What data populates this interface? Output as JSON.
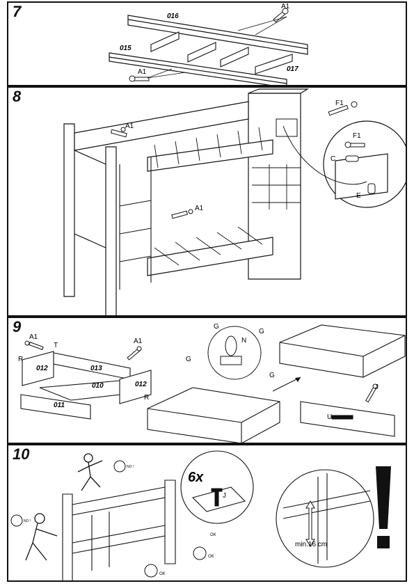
{
  "steps": {
    "s7": {
      "number": "7",
      "labels": {
        "rail_top": "016",
        "rail_bottom": "015",
        "slat": "017",
        "screw_top": "A1",
        "screw_bottom": "A1"
      }
    },
    "s8": {
      "number": "8",
      "labels": {
        "screw_upper": "A1",
        "screw_lower": "A1",
        "bolt_f1_top": "F1",
        "bolt_f1_detail": "F1",
        "dowel_c": "C",
        "nut_e": "E"
      }
    },
    "s9": {
      "number": "9",
      "labels": {
        "screw_a1_left": "A1",
        "screw_a1_right": "A1",
        "part_012_left": "012",
        "part_013": "013",
        "part_010": "010",
        "part_012_right": "012",
        "part_011": "011",
        "r_left": "R",
        "t_top": "T",
        "r_right": "R",
        "g1": "G",
        "g2": "G",
        "g3": "G",
        "g4": "G",
        "n": "N",
        "j": "J",
        "u": "U"
      }
    },
    "s10": {
      "number": "10",
      "labels": {
        "count": "6x",
        "j": "J",
        "min_height": "min.16 cm",
        "no1": "NO !",
        "no2": "NO !",
        "ok1": "OK",
        "ok2": "OK",
        "ok3": "OK",
        "warning": "!"
      }
    }
  },
  "icons": [
    "screw-icon",
    "bolt-icon",
    "caster-wheel-icon",
    "smiley-ok-icon",
    "smiley-no-icon",
    "warning-exclamation-icon"
  ]
}
